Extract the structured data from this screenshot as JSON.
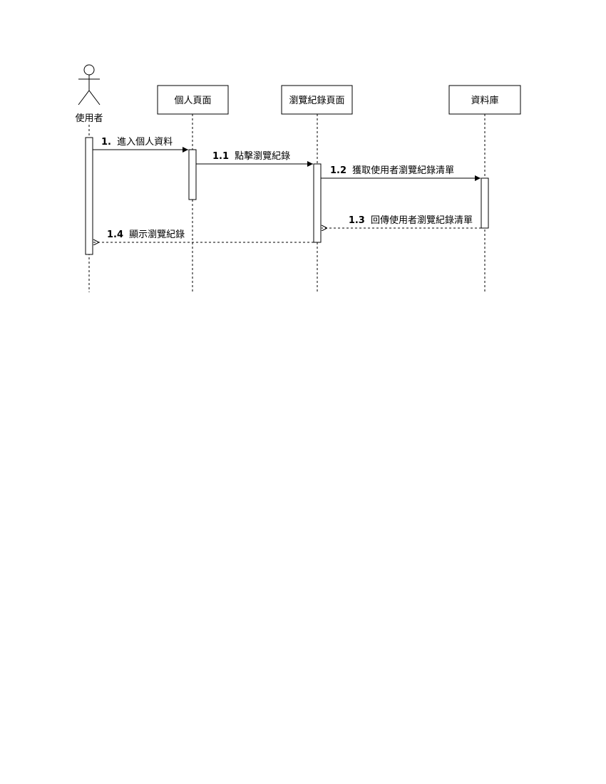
{
  "actor": {
    "name": "使用者"
  },
  "participants": [
    {
      "id": "profile_page",
      "label": "個人頁面"
    },
    {
      "id": "history_page",
      "label": "瀏覽紀錄頁面"
    },
    {
      "id": "database",
      "label": "資料庫"
    }
  ],
  "messages": [
    {
      "number": "1.",
      "text": "進入個人資料",
      "from": "actor",
      "to": "profile_page",
      "kind": "call"
    },
    {
      "number": "1.1",
      "text": "點擊瀏覽紀錄",
      "from": "profile_page",
      "to": "history_page",
      "kind": "call"
    },
    {
      "number": "1.2",
      "text": "獲取使用者瀏覽紀錄清單",
      "from": "history_page",
      "to": "database",
      "kind": "call"
    },
    {
      "number": "1.3",
      "text": "回傳使用者瀏覽紀錄清單",
      "from": "database",
      "to": "history_page",
      "kind": "return"
    },
    {
      "number": "1.4",
      "text": "顯示瀏覽紀錄",
      "from": "history_page",
      "to": "actor",
      "kind": "return"
    }
  ]
}
